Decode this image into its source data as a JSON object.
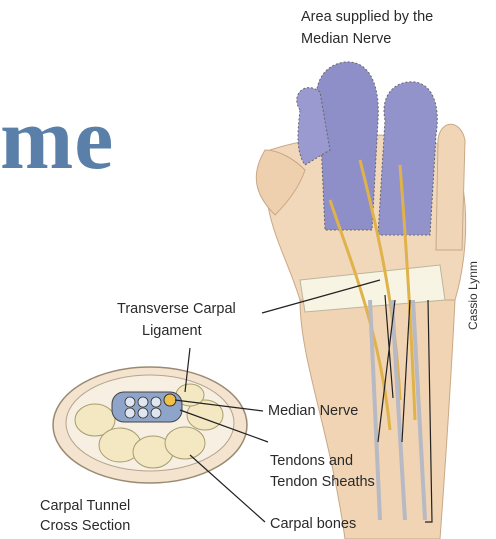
{
  "title_fragment": "me",
  "colors": {
    "title": "#5a7fa8",
    "skin": "#f2d7b8",
    "nerve_area": "#8f8fc8",
    "nerve": "#e8b84a",
    "bone": "#f3e8c2"
  },
  "labels": {
    "median_area": [
      "Area supplied by the",
      "Median Nerve"
    ],
    "ligament": [
      "Transverse Carpal",
      "Ligament"
    ],
    "median_nerve": "Median Nerve",
    "tendons": [
      "Tendons and",
      "Tendon Sheaths"
    ],
    "carpal_bones": "Carpal bones",
    "cross_section": [
      "Carpal Tunnel",
      "Cross Section"
    ],
    "artist": "Cassio Lynm"
  }
}
